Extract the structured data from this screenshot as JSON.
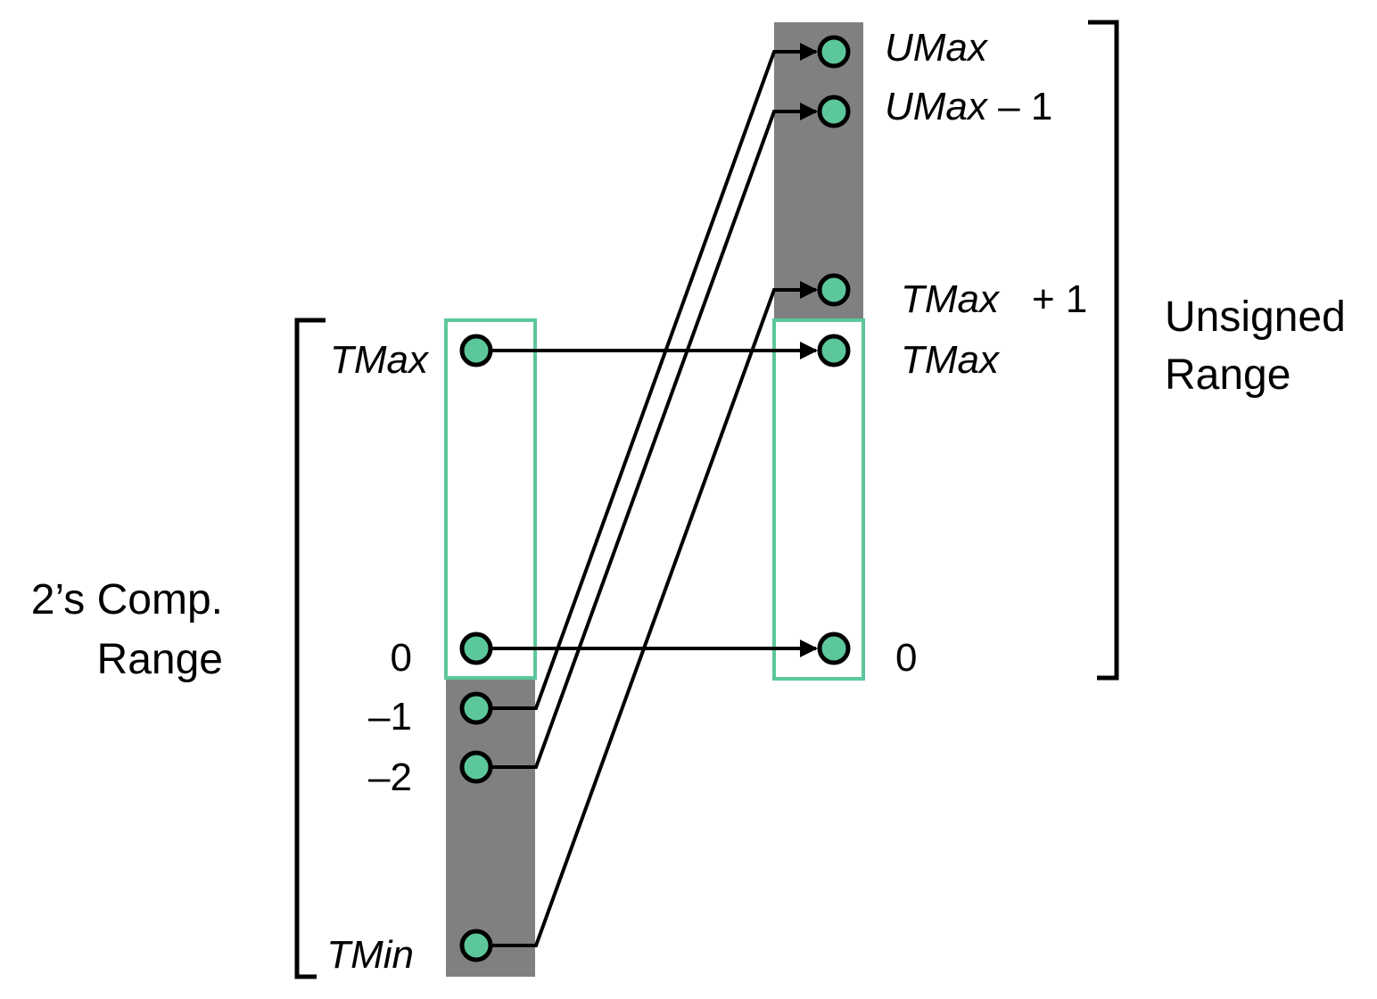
{
  "colors": {
    "node_fill": "#5cc79a",
    "range_box": "#5cc79a",
    "negative_band": "#808080",
    "line": "#000000"
  },
  "labels": {
    "twos_comp_range": [
      "2’s Comp.",
      "Range"
    ],
    "unsigned_range": [
      "Unsigned",
      "Range"
    ],
    "left": {
      "tmax": "TMax",
      "zero": "0",
      "neg_one": "–1",
      "neg_two": "–2",
      "tmin": "TMin"
    },
    "right": {
      "umax": "UMax",
      "umax_minus_1_a": "UMax",
      "umax_minus_1_b": " – 1",
      "tmax_plus_1_a": "TMax",
      "tmax_plus_1_b": "+ 1",
      "tmax": "TMax",
      "zero": "0"
    }
  },
  "mappings": [
    {
      "from": "TMax",
      "to": "TMax"
    },
    {
      "from": "0",
      "to": "0"
    },
    {
      "from": "–1",
      "to": "UMax"
    },
    {
      "from": "–2",
      "to": "UMax – 1"
    },
    {
      "from": "TMin",
      "to": "TMax + 1"
    }
  ]
}
